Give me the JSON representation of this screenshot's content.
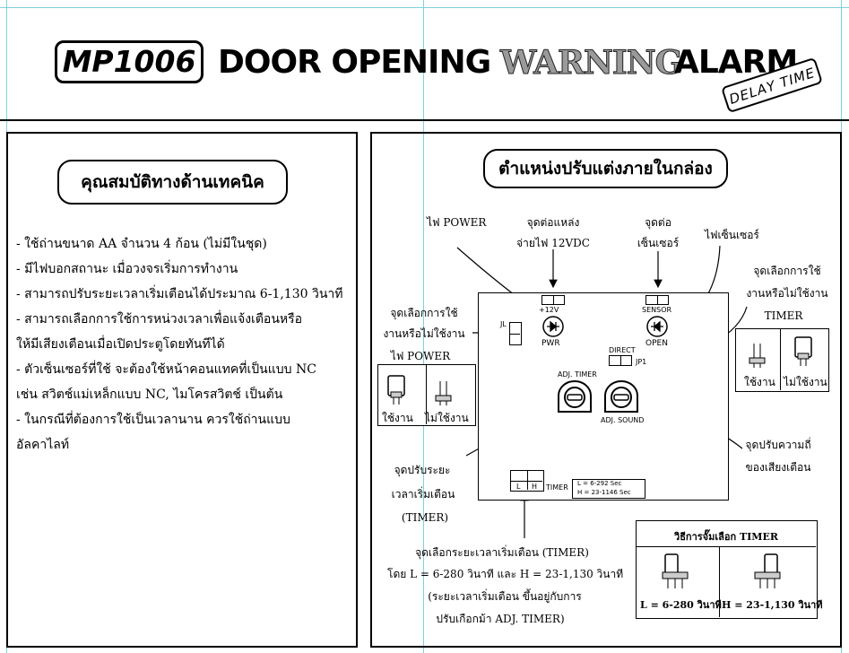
{
  "header": {
    "model": "MP1006",
    "title_part1": "DOOR OPENING",
    "title_part2": "WARNING",
    "title_part3": "ALARM",
    "badge": "DELAY TIME"
  },
  "specs": {
    "heading": "คุณสมบัติทางด้านเทคนิค",
    "lines": [
      "- ใช้ถ่านขนาด AA จำนวน 4 ก้อน (ไม่มีในชุด)",
      "- มีไฟบอกสถานะ เมื่อวงจรเริ่มการทำงาน",
      "- สามารถปรับระยะเวลาเริ่มเตือนได้ประมาณ 6-1,130 วินาที",
      "- สามารถเลือกการใช้การหน่วงเวลาเพื่อแจ้งเตือนหรือ",
      "ให้มีเสียงเตือนเมื่อเปิดประตูโดยทันทีได้",
      "- ตัวเซ็นเซอร์ที่ใช้ จะต้องใช้หน้าคอนแทคที่เป็นแบบ NC",
      "เช่น สวิตช์แม่เหล็กแบบ NC, ไมโครสวิตช์ เป็นต้น",
      "- ในกรณีที่ต้องการใช้เป็นเวลานาน ควรใช้ถ่านแบบ",
      "อัลคาไลท์"
    ]
  },
  "layout_panel": {
    "heading": "ตำแหน่งปรับแต่งภายในกล่อง",
    "lbl_power_led": "ไฟ POWER",
    "lbl_supply_1": "จุดต่อแหล่ง",
    "lbl_supply_2": "จ่ายไฟ 12VDC",
    "lbl_sensor_1": "จุดต่อ",
    "lbl_sensor_2": "เซ็นเซอร์",
    "lbl_sensor_led": "ไฟเซ็นเซอร์",
    "lbl_timer_sel_1": "จุดเลือกการใช้",
    "lbl_timer_sel_2": "งานหรือไม่ใช้งาน",
    "lbl_timer_sel_3": "TIMER",
    "lbl_power_sel_1": "จุดเลือกการใช้",
    "lbl_power_sel_2": "งานหรือไม่ใช้งาน",
    "lbl_power_sel_3": "ไฟ POWER",
    "lbl_use": "ใช้งาน",
    "lbl_nouse": "ไม่ใช้งาน",
    "lbl_adj_timer_1": "จุดปรับระยะ",
    "lbl_adj_timer_2": "เวลาเริ่มเตือน",
    "lbl_adj_timer_3": "(TIMER)",
    "lbl_adj_sound_1": "จุดปรับความถี่",
    "lbl_adj_sound_2": "ของเสียงเตือน",
    "bottom_1": "จุดเลือกระยะเวลาเริ่มเตือน (TIMER)",
    "bottom_2": "โดย L = 6-280 วินาที และ H = 23-1,130 วินาที",
    "bottom_3": "(ระยะเวลาเริ่มเตือน ขึ้นอยู่กับการ",
    "bottom_4": "ปรับเกือกม้า ADJ. TIMER)",
    "timer_table_title": "วิธีการจั๊มเลือก TIMER",
    "timer_L": "L = 6-280 วินาที",
    "timer_H": "H = 23-1,130 วินาที",
    "board": {
      "v12": "+12V",
      "pwr": "PWR",
      "sensor": "SENSOR",
      "open": "OPEN",
      "direct": "DIRECT",
      "jp1": "JP1",
      "jl": "JL",
      "adj_timer": "ADJ. TIMER",
      "adj_sound": "ADJ. SOUND",
      "L": "L",
      "H": "H",
      "timer": "TIMER",
      "range_L": "L  =  6-292  Sec",
      "range_H": "H  =  23-1146  Sec"
    }
  }
}
